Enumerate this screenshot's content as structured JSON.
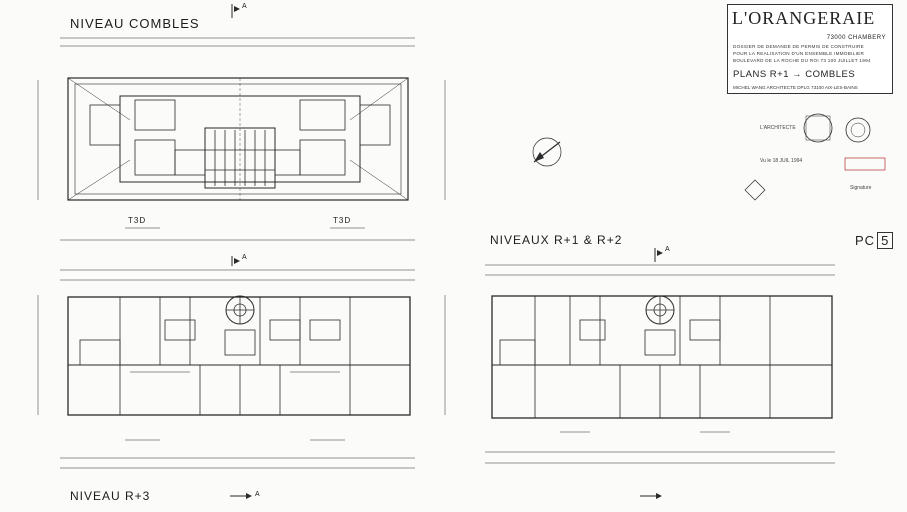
{
  "titles": {
    "combles": "NIVEAU COMBLES",
    "r1r2": "NIVEAUX R+1 & R+2",
    "r3": "NIVEAU R+3"
  },
  "section_marker": "A",
  "cartouche": {
    "brand": "L'ORANGERAIE",
    "postcode_city": "73000   CHAMBERY",
    "line1": "DOSSIER DE DEMANDE DE PERMIS DE CONSTRUIRE",
    "line2": "POUR LA REALISATION D'UN ENSEMBLE IMMOBILIER",
    "line3": "BOULEVARD DE LA ROCHE DU ROI 73 100 JUILLET 1994",
    "plans": "PLANS R+1 → COMBLES",
    "architect": "MICHEL WANG ARCHITECTE DPLG  73100 AIX-LES-BAINS"
  },
  "sheet_code": {
    "prefix": "PC",
    "number": "5"
  },
  "stamps": {
    "architecte": "L'ARCHITECTE",
    "reference": "Vu le 18 JUIL 1994",
    "signature": "Signature"
  },
  "type_labels": [
    "T3D",
    "T3D"
  ],
  "colors": {
    "ink": "#2a2a2a",
    "paper": "#fbfbfa"
  }
}
